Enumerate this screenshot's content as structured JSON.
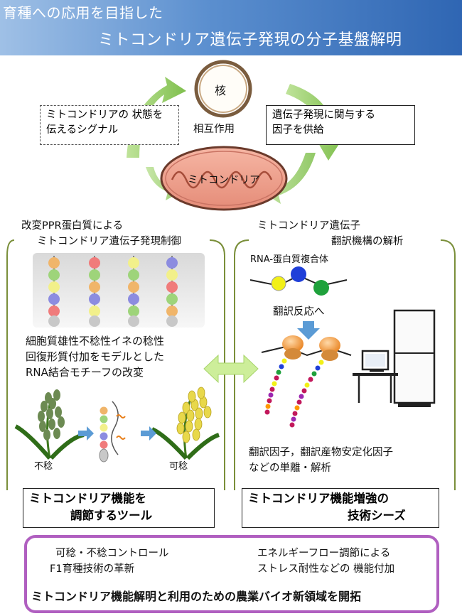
{
  "header": {
    "line1": "育種への応用を目指した",
    "line2": "ミトコンドリア遺伝子発現の分子基盤解明",
    "bg_colors": [
      "#9fc0e6",
      "#2f66b3"
    ]
  },
  "top": {
    "nucleus_label": "核",
    "interaction_label": "相互作用",
    "mito_label": "ミトコンドリア",
    "left_box": [
      "ミトコンドリアの 状態を",
      "伝えるシグナル"
    ],
    "right_box": [
      "遺伝子発現に関与する",
      "因子を供給"
    ]
  },
  "left_panel": {
    "heading1": "改変PPR蛋白質による",
    "heading2": "ミトコンドリア遺伝子発現制御",
    "desc": [
      "細胞質雄性不稔性イネの稔性",
      "回復形質付加をモデルとした",
      "RNA結合モチーフの改変"
    ],
    "sterile_label": "不稔",
    "fertile_label": "可稔",
    "tool_title": [
      "ミトコンドリア機能を",
      "調節するツール"
    ]
  },
  "right_panel": {
    "heading1": "ミトコンドリア遺伝子",
    "heading2": "翻訳機構の解析",
    "rna_complex_label": "RNA-蛋白質複合体",
    "translation_label": "翻訳反応へ",
    "desc": [
      "翻訳因子，翻訳産物安定化因子",
      "などの単離・解析"
    ],
    "seeds_title": [
      "ミトコンドリア機能増強の",
      "技術シーズ"
    ]
  },
  "bottom": {
    "left": [
      "可稔・不稔コントロール",
      "F1育種技術の革新"
    ],
    "right": [
      "エネルギーフロー調節による",
      "ストレス耐性などの 機能付加"
    ],
    "conclusion": "ミトコンドリア機能解明と利用のための農業バイオ新領域を開拓",
    "border_color": "#b05fc0"
  },
  "icons": {
    "cycle_arrows": "curved-arrow-icon",
    "double_arrow": "double-arrow-icon",
    "computer": "computer-icon",
    "rice_plant": "rice-plant-icon"
  }
}
